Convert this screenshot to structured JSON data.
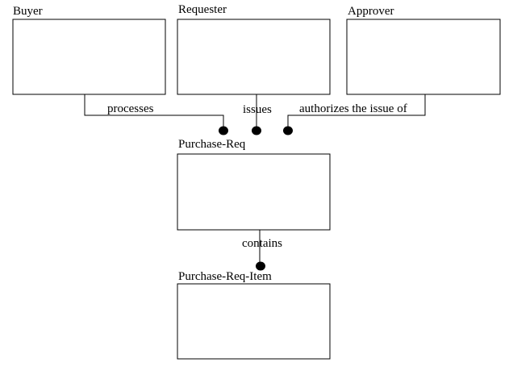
{
  "entities": {
    "buyer": "Buyer",
    "requester": "Requester",
    "approver": "Approver",
    "purchase_req": "Purchase-Req",
    "purchase_req_item": "Purchase-Req-Item"
  },
  "relationships": {
    "processes": "processes",
    "issues": "issues",
    "authorizes": "authorizes the issue of",
    "contains": "contains"
  },
  "colors": {
    "line": "#000000",
    "background": "#ffffff"
  }
}
